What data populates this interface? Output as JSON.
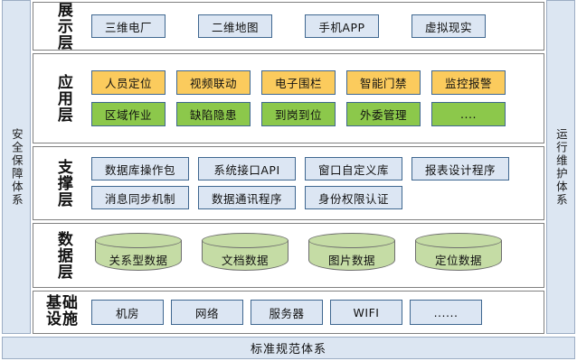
{
  "diagram": {
    "left_band": {
      "label": "安全保障体系"
    },
    "right_band": {
      "label": "运行维护体系"
    },
    "bottom_bar": {
      "label": "标准规范体系"
    },
    "colors": {
      "band_fill": "#dce6f2",
      "band_border": "#9cadc4",
      "panel_border": "#808080",
      "node_blue_fill": "#dce6f3",
      "node_border": "#3f6790",
      "node_yellow_fill": "#fbcb5d",
      "node_green_fill": "#8cc84b",
      "cylinder_fill": "#c5dca5",
      "cylinder_border": "#6f6f6f"
    },
    "layers": [
      {
        "id": "presentation",
        "title": "展示层",
        "rows": [
          {
            "style": "blue",
            "nodes": [
              {
                "label": "三维电厂"
              },
              {
                "label": "二维地图"
              },
              {
                "label": "手机APP"
              },
              {
                "label": "虚拟现实"
              }
            ]
          }
        ]
      },
      {
        "id": "application",
        "title": "应用层",
        "rows": [
          {
            "style": "yellow",
            "nodes": [
              {
                "label": "人员定位"
              },
              {
                "label": "视频联动"
              },
              {
                "label": "电子围栏"
              },
              {
                "label": "智能门禁"
              },
              {
                "label": "监控报警"
              }
            ]
          },
          {
            "style": "green",
            "nodes": [
              {
                "label": "区域作业"
              },
              {
                "label": "缺陷隐患"
              },
              {
                "label": "到岗到位"
              },
              {
                "label": "外委管理"
              },
              {
                "label": "...."
              }
            ]
          }
        ]
      },
      {
        "id": "support",
        "title": "支撑层",
        "rows": [
          {
            "style": "blue",
            "nodes": [
              {
                "label": "数据库操作包"
              },
              {
                "label": "系统接口API"
              },
              {
                "label": "窗口自定义库"
              },
              {
                "label": "报表设计程序"
              }
            ]
          },
          {
            "style": "blue",
            "nodes": [
              {
                "label": "消息同步机制"
              },
              {
                "label": "数据通讯程序"
              },
              {
                "label": "身份权限认证"
              }
            ]
          }
        ]
      },
      {
        "id": "data",
        "title": "数据层",
        "cylinders": [
          {
            "label": "关系型数据"
          },
          {
            "label": "文档数据"
          },
          {
            "label": "图片数据"
          },
          {
            "label": "定位数据"
          }
        ]
      },
      {
        "id": "infrastructure",
        "title": "基础设施",
        "rows": [
          {
            "style": "blue",
            "nodes": [
              {
                "label": "机房"
              },
              {
                "label": "网络"
              },
              {
                "label": "服务器"
              },
              {
                "label": "WIFI"
              },
              {
                "label": "......"
              }
            ]
          }
        ]
      }
    ]
  }
}
